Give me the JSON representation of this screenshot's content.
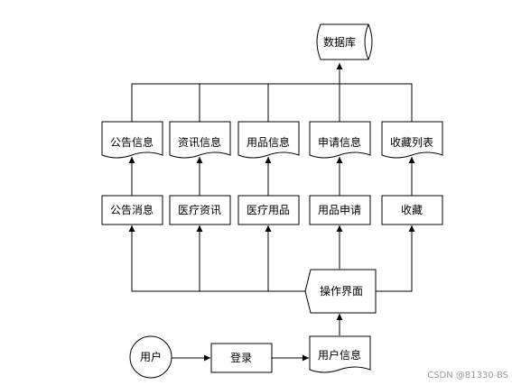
{
  "nodes": {
    "database": "数据库",
    "doc_notice": "公告信息",
    "doc_news": "资讯信息",
    "doc_supplies": "用品信息",
    "doc_apply": "申请信息",
    "doc_fav": "收藏列表",
    "proc_notice": "公告消息",
    "proc_news": "医疗资讯",
    "proc_supplies": "医疗用品",
    "proc_apply": "用品申请",
    "proc_fav": "收藏",
    "interface": "操作界面",
    "user": "用户",
    "login": "登录",
    "user_info": "用户信息"
  },
  "watermark": "CSDN @81330-BS"
}
